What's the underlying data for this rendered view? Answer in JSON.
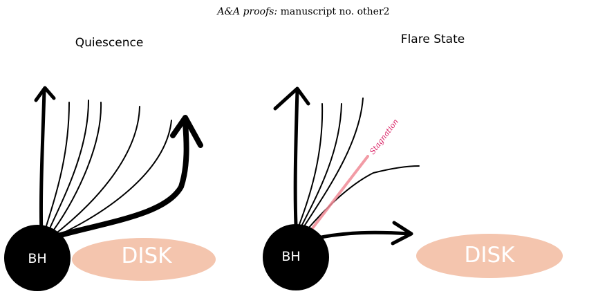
{
  "header": {
    "journal": "A&A proofs:",
    "manuscript": "manuscript no. other2"
  },
  "panels": [
    {
      "title": "Quiescence",
      "bh_label": "BH",
      "disk_label": "DISK"
    },
    {
      "title": "Flare State",
      "bh_label": "BH",
      "disk_label": "DISK",
      "annotation": "Stagnation"
    }
  ],
  "colors": {
    "bh": "#000000",
    "disk": "#f4c5ae",
    "stagnation_line": "#f08a96",
    "stagnation_text": "#d81b60"
  }
}
